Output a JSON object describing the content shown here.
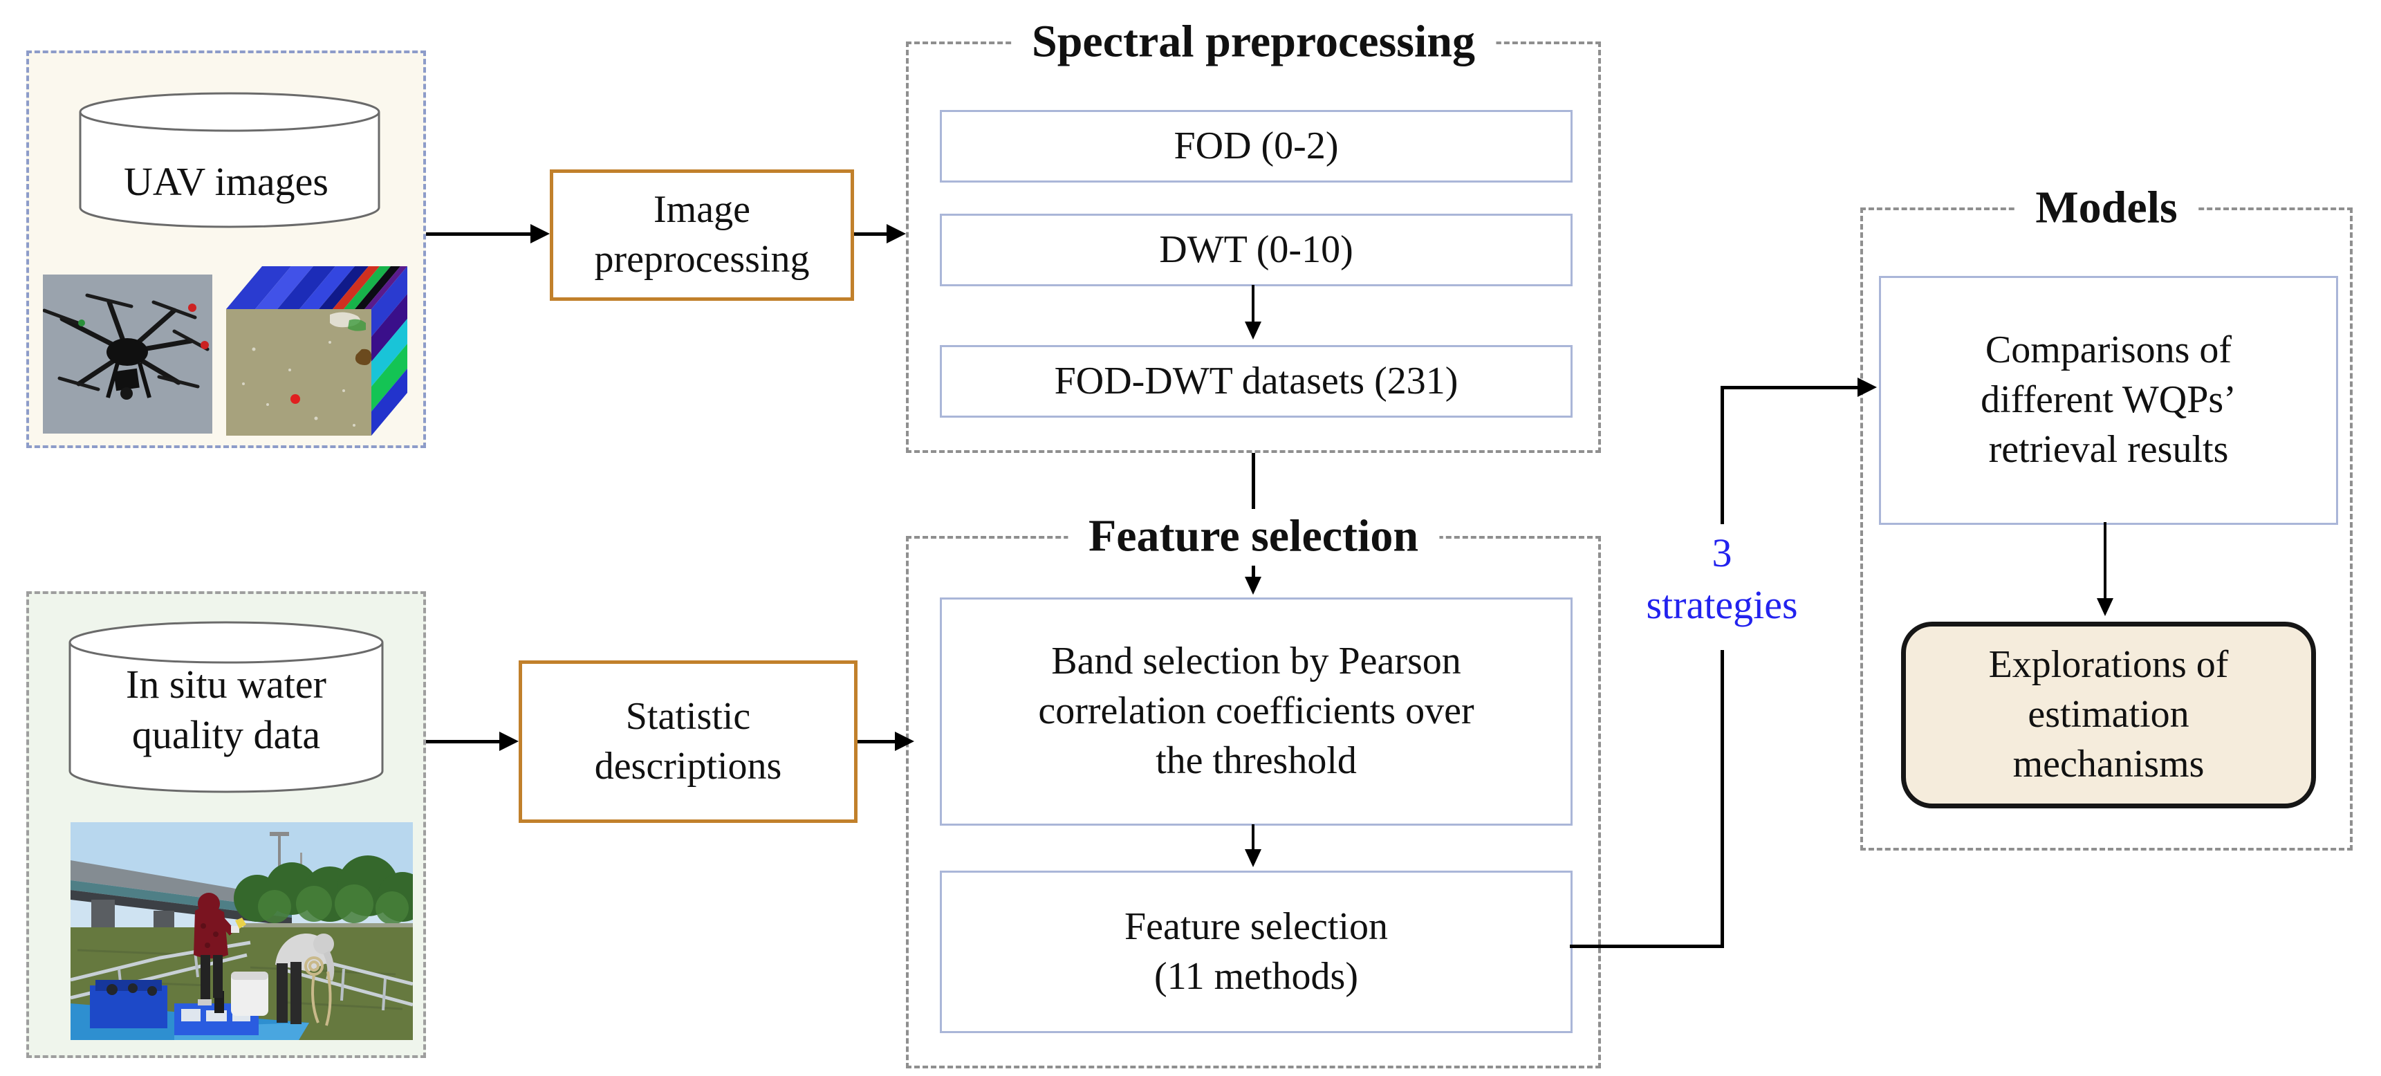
{
  "colors": {
    "uav_group_border": "#8d9cc9",
    "uav_group_bg": "#fbf8ee",
    "insitu_group_border": "#9e9e9e",
    "insitu_group_bg": "#eff5ec",
    "process_box_border": "#c1802b",
    "inner_box_border": "#aab6d8",
    "group_dashed_border": "#8f8f8f",
    "explorations_box_bg": "#f5ecdc",
    "strategies_text": "#2222ee",
    "arrow": "#000000"
  },
  "sources": {
    "uav_label": "UAV images",
    "insitu_label": "In situ water\nquality data"
  },
  "process": {
    "image_preprocessing": "Image\npreprocessing",
    "statistic_descriptions": "Statistic\ndescriptions"
  },
  "spectral": {
    "title": "Spectral preprocessing",
    "boxes": [
      "FOD (0-2)",
      "DWT (0-10)",
      "FOD-DWT datasets (231)"
    ]
  },
  "feature": {
    "title": "Feature selection",
    "band_box": "Band selection by Pearson\ncorrelation coefficients over\nthe threshold",
    "methods_box": "Feature selection\n(11 methods)"
  },
  "connector": {
    "strategies_label": "3\nstrategies"
  },
  "models": {
    "title": "Models",
    "comparisons_box": "Comparisons of\ndifferent WQPs’\nretrieval results",
    "explorations_box": "Explorations of\nestimation\nmechanisms"
  }
}
